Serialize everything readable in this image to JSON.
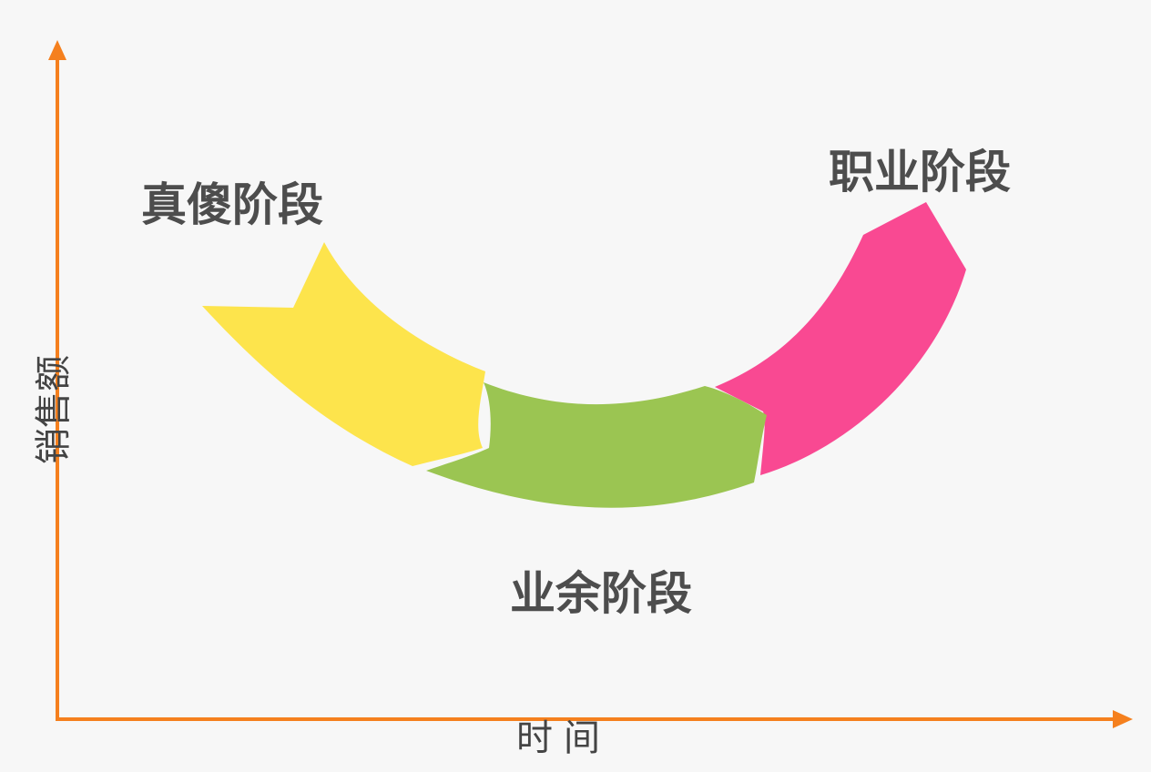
{
  "axes": {
    "y_label": "销售额",
    "x_label": "时间",
    "color": "#f5801e"
  },
  "stages": [
    {
      "key": "naive",
      "label": "真傻阶段",
      "color": "#fde44c"
    },
    {
      "key": "amateur",
      "label": "业余阶段",
      "color": "#9bc552"
    },
    {
      "key": "professional",
      "label": "职业阶段",
      "color": "#f94992"
    }
  ]
}
